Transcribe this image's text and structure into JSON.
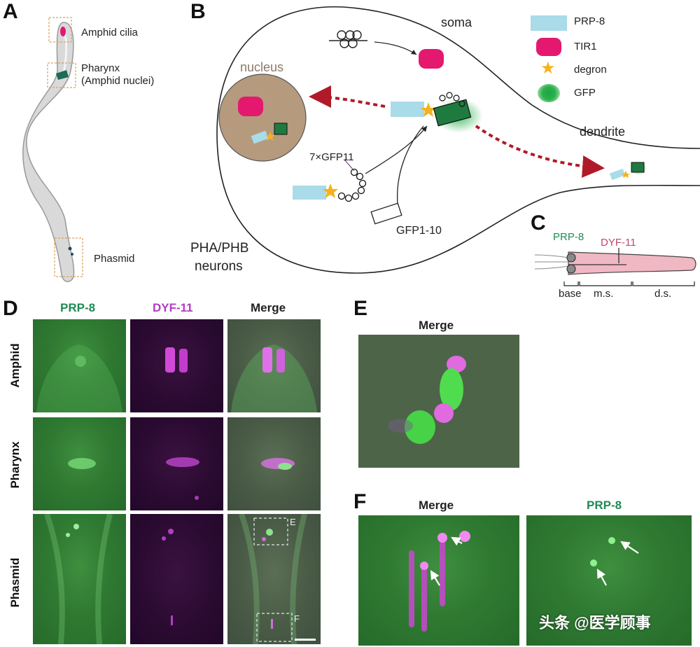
{
  "panels": {
    "A": {
      "label": "A",
      "annotations": [
        "Amphid cilia",
        "Pharynx",
        "(Amphid nuclei)",
        "Phasmid"
      ]
    },
    "B": {
      "label": "B",
      "soma": "soma",
      "nucleus": "nucleus",
      "dendrite": "dendrite",
      "gfp11": "7×GFP11",
      "gfp110": "GFP1-10",
      "neurons_line1": "PHA/PHB",
      "neurons_line2": "neurons",
      "legend": [
        {
          "label": "PRP-8",
          "color": "#a9dbe8",
          "icon": "rect-icon"
        },
        {
          "label": "TIR1",
          "color": "#e4186e",
          "icon": "rounded-rect-icon"
        },
        {
          "label": "degron",
          "color": "#f5b21b",
          "icon": "star-icon"
        },
        {
          "label": "GFP",
          "color": "#2bb24a",
          "icon": "blob-icon"
        }
      ]
    },
    "C": {
      "label": "C",
      "prp8": "PRP-8",
      "dyf11": "DYF-11",
      "base": "base",
      "ms": "m.s.",
      "ds": "d.s."
    },
    "D": {
      "label": "D",
      "columns": [
        "PRP-8",
        "DYF-11",
        "Merge"
      ],
      "rows": [
        "Amphid",
        "Pharynx",
        "Phasmid"
      ],
      "box_labels": [
        "E",
        "F"
      ]
    },
    "E": {
      "label": "E",
      "title": "Merge"
    },
    "F": {
      "label": "F",
      "titles": [
        "Merge",
        "PRP-8"
      ]
    }
  },
  "colors": {
    "prp8_green": "#1f8a55",
    "dyf11_magenta": "#b23cc4",
    "arrow_red": "#b01a28"
  },
  "watermark": "头条 @医学顾事"
}
